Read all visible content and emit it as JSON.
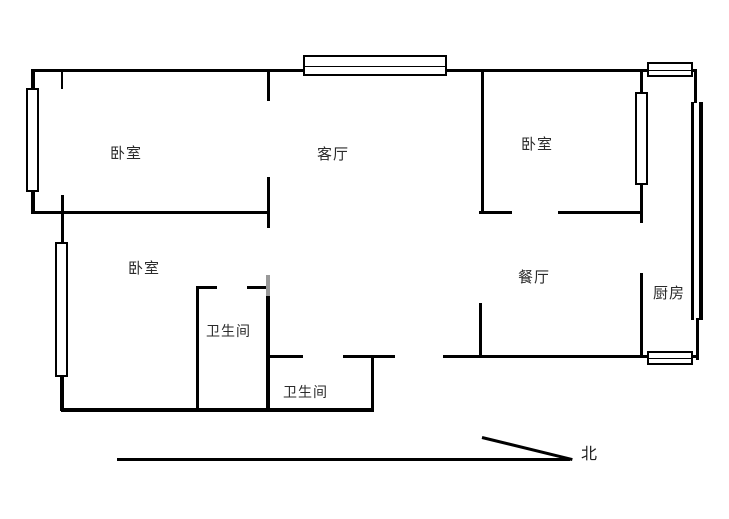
{
  "colors": {
    "background": "#ffffff",
    "wall": "#000000",
    "door_marker": "#999999",
    "text": "#2b2b2b"
  },
  "rooms": [
    {
      "name": "bedroom-top-left",
      "label": "卧室"
    },
    {
      "name": "living-room",
      "label": "客厅"
    },
    {
      "name": "bedroom-top-right",
      "label": "卧室"
    },
    {
      "name": "bedroom-bottom-left",
      "label": "卧室"
    },
    {
      "name": "bathroom-upper",
      "label": "卫生间"
    },
    {
      "name": "bathroom-lower",
      "label": "卫生间"
    },
    {
      "name": "dining-room",
      "label": "餐厅"
    },
    {
      "name": "kitchen",
      "label": "厨房"
    }
  ],
  "compass": {
    "north_label": "北"
  }
}
